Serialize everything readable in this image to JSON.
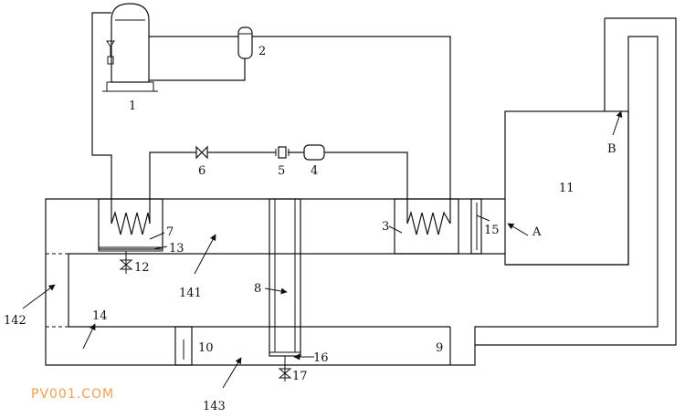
{
  "labels": {
    "l1": "1",
    "l2": "2",
    "l3": "3",
    "l4": "4",
    "l5": "5",
    "l6": "6",
    "l7": "7",
    "l8": "8",
    "l9": "9",
    "l10": "10",
    "l11": "11",
    "l12": "12",
    "l13": "13",
    "l14": "14",
    "l15": "15",
    "l16": "16",
    "l17": "17",
    "l141": "141",
    "l142": "142",
    "l143": "143",
    "lA": "A",
    "lB": "B"
  },
  "watermark": "PV001.COM"
}
